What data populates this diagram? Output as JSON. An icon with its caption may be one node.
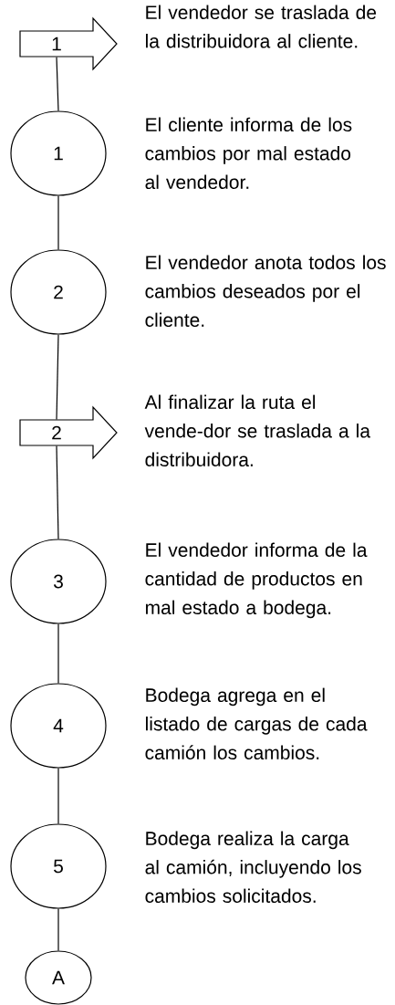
{
  "diagram": {
    "nodes": [
      {
        "text": [
          "1"
        ],
        "beside": [
          "El vendedor se traslada de la distribuidora al cliente."
        ]
      },
      {
        "text": [
          "1"
        ],
        "beside": [
          "El cliente informa de los cambios por mal estado al vendedor."
        ]
      },
      {
        "text": [
          "2"
        ],
        "beside": [
          "El vendedor anota todos los cambios deseados por el cliente."
        ]
      },
      {
        "text": [
          "2"
        ],
        "beside": [
          "Al finalizar la ruta el vende-dor se traslada a la distribuidora."
        ]
      },
      {
        "text": [
          "3"
        ],
        "beside": [
          "El vendedor informa de la cantidad de productos en mal estado a bodega."
        ]
      },
      {
        "text": [
          "4"
        ],
        "beside": [
          "Bodega agrega en el listado de cargas de cada camión los cambios."
        ]
      },
      {
        "text": [
          "5"
        ],
        "beside": [
          "Bodega realiza la carga al camión, incluyendo los cambios solicitados."
        ]
      },
      {
        "text": [
          "A"
        ]
      }
    ],
    "edges": [
      {
        "from": 0,
        "to": 1,
        "arrow": "none"
      },
      {
        "from": 1,
        "to": 2,
        "arrow": "none"
      },
      {
        "from": 2,
        "to": 3,
        "arrow": "none"
      },
      {
        "from": 3,
        "to": 4,
        "arrow": "none"
      },
      {
        "from": 4,
        "to": 5,
        "arrow": "none"
      },
      {
        "from": 5,
        "to": 6,
        "arrow": "none"
      },
      {
        "from": 6,
        "to": 7,
        "arrow": "none"
      }
    ]
  }
}
